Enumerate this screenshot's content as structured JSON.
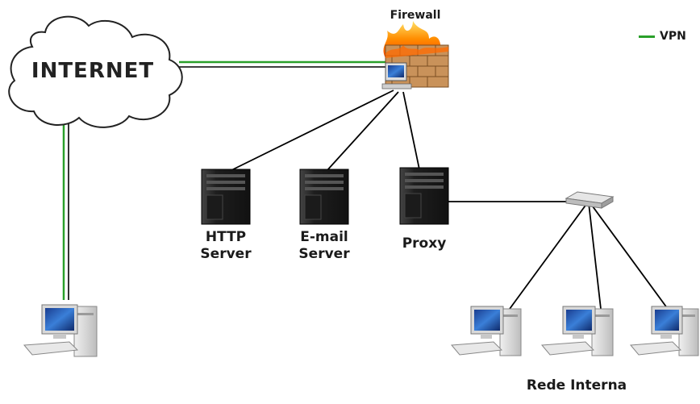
{
  "internet": {
    "label": "INTERNET"
  },
  "firewall": {
    "label": "Firewall"
  },
  "legend": {
    "label": "VPN",
    "color": "#2aa02a"
  },
  "servers": {
    "http": {
      "line1": "HTTP",
      "line2": "Server"
    },
    "email": {
      "line1": "E-mail",
      "line2": "Server"
    },
    "proxy": {
      "label": "Proxy"
    }
  },
  "internal_network": {
    "label": "Rede Interna"
  },
  "colors": {
    "vpn": "#2aa02a",
    "link": "#000000",
    "server": "#2b2b2b"
  }
}
